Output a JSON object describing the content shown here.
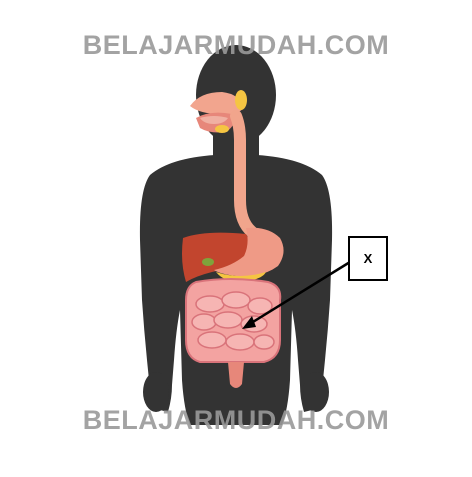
{
  "watermark": {
    "top_text": "BELAJARMUDAH.COM",
    "bottom_text": "BELAJARMUDAH.COM"
  },
  "diagram": {
    "label_text": "X",
    "colors": {
      "silhouette": "#333333",
      "esophagus": "#f1a58c",
      "liver": "#c2452e",
      "stomach": "#ef9a86",
      "intestine": "#f3a3a1",
      "intestine_outline": "#d9737a",
      "salivary_gland": "#f5c542",
      "pointer": "#000000"
    }
  }
}
